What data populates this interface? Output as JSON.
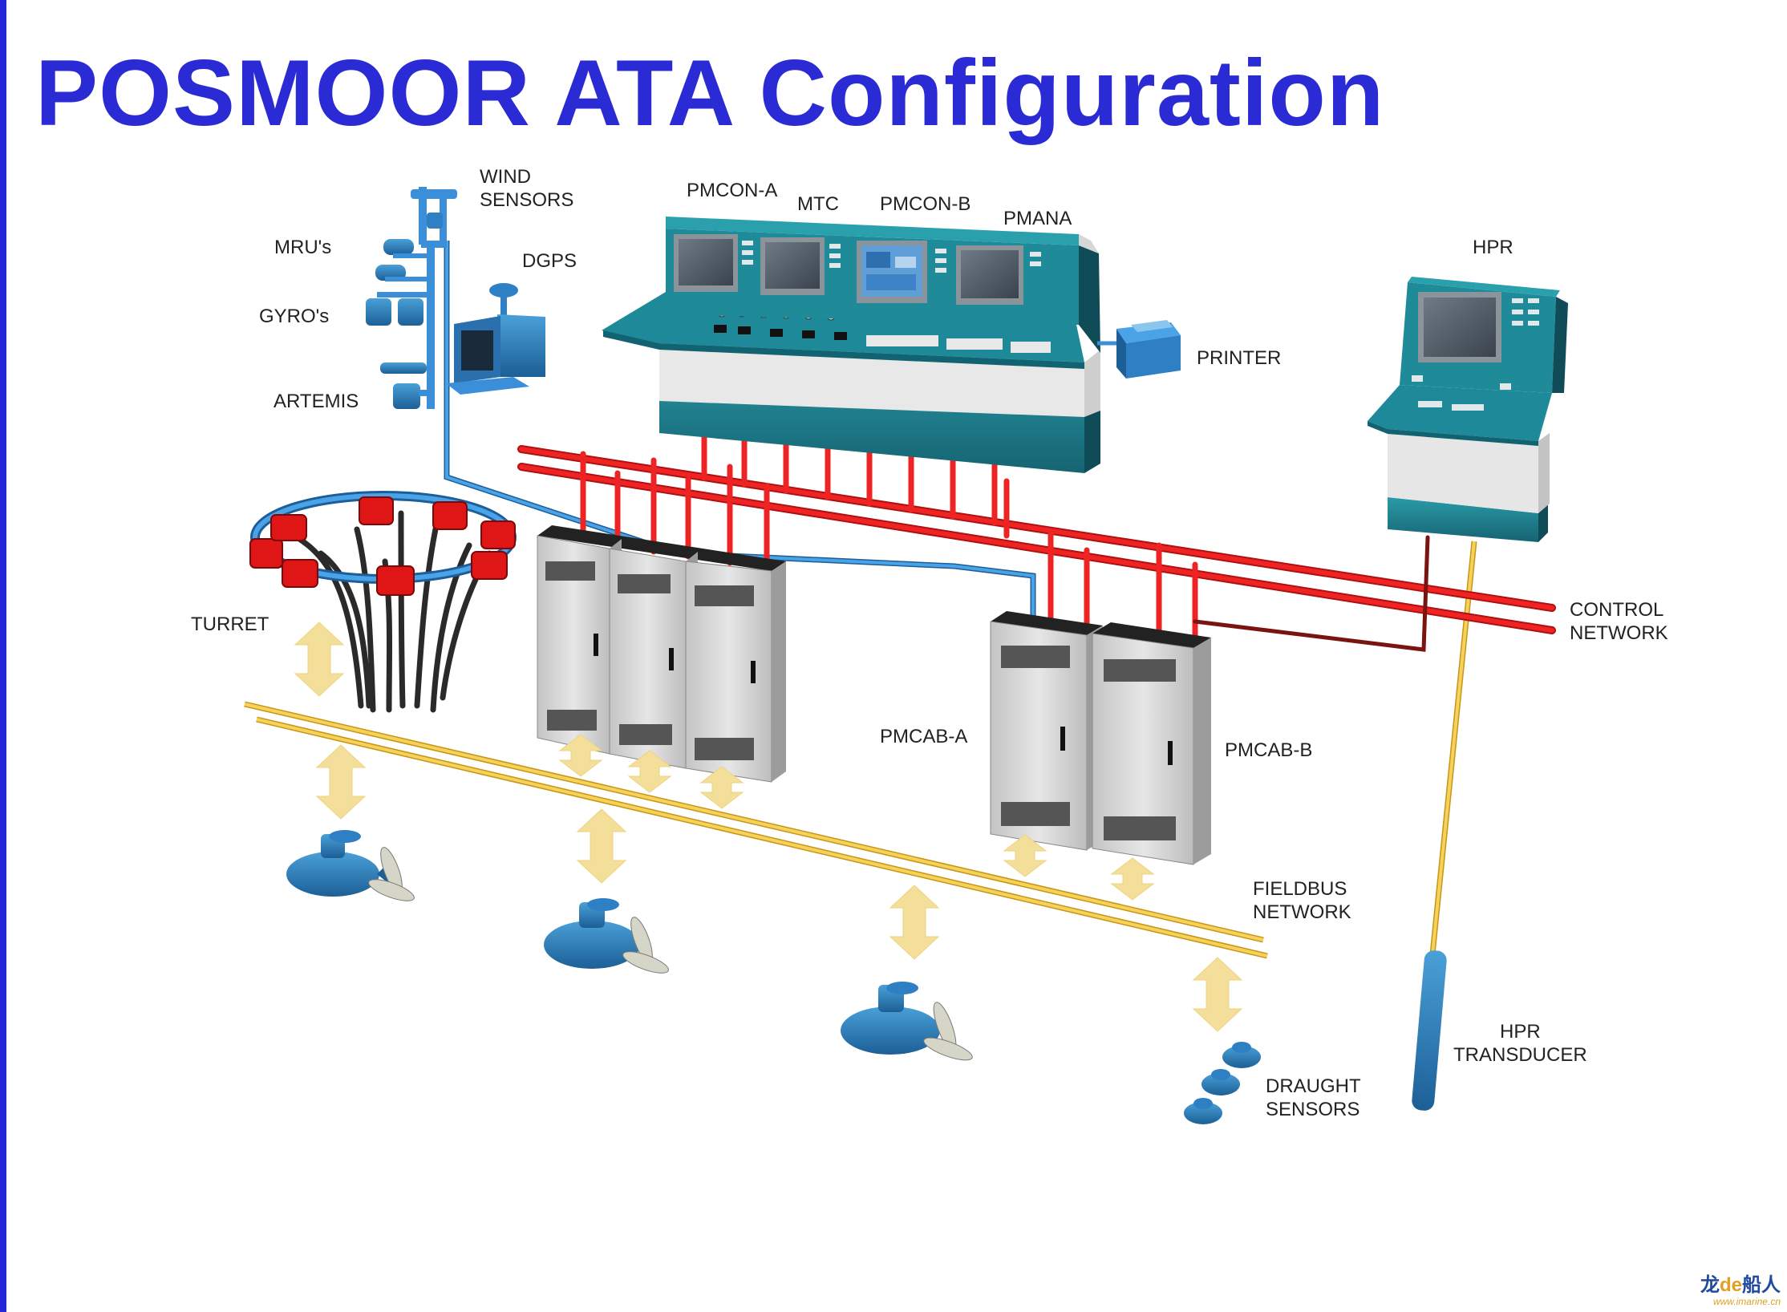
{
  "title": "POSMOOR ATA Configuration",
  "labels": {
    "wind_sensors": [
      "WIND",
      "SENSORS"
    ],
    "mrus": "MRU's",
    "gyros": "GYRO's",
    "artemis": "ARTEMIS",
    "dgps": "DGPS",
    "pmcon_a": "PMCON-A",
    "mtc": "MTC",
    "pmcon_b": "PMCON-B",
    "pmana": "PMANA",
    "printer": "PRINTER",
    "hpr": "HPR",
    "control_network": [
      "CONTROL",
      "NETWORK"
    ],
    "turret": "TURRET",
    "pmcab_a": "PMCAB-A",
    "pmcab_b": "PMCAB-B",
    "fieldbus_network": [
      "FIELDBUS",
      "NETWORK"
    ],
    "hpr_transducer": [
      "HPR",
      "TRANSDUCER"
    ],
    "draught_sensors": [
      "DRAUGHT",
      "SENSORS"
    ]
  },
  "watermark": {
    "cn_a": "龙",
    "de": "de",
    "cn_b": "船人",
    "url": "www.imarine.cn"
  },
  "colors": {
    "title": "#2b2bd6",
    "control_network": "#e01515",
    "sensor_line": "#3b8fd8",
    "fieldbus": "#e8b52a",
    "teal_equipment": "#1c7c8c",
    "arrow": "#f4df9a"
  }
}
